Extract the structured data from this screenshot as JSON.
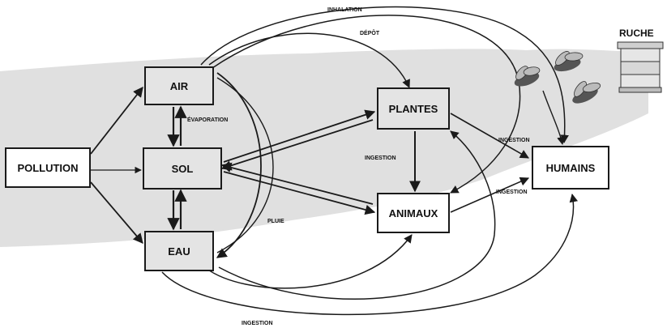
{
  "nodes": {
    "pollution": "POLLUTION",
    "air": "AIR",
    "sol": "SOL",
    "eau": "EAU",
    "plantes": "PLANTES",
    "animaux": "ANIMAUX",
    "humains": "HUMAINS"
  },
  "labels": {
    "inhalation": "INHALATION",
    "depot": "DÉPÔT",
    "evaporation": "ÉVAPORATION",
    "pluie": "PLUIE",
    "ingestion_plantes_animaux": "INGESTION",
    "ingestion_plantes_humains": "INGESTION",
    "ingestion_animaux_humains": "INGESTION",
    "ingestion_bottom": "INGESTION",
    "ruche": "RUCHE"
  },
  "colors": {
    "background_band": "#e0e0e0",
    "stroke": "#1a1a1a",
    "box_grey": "#e4e4e4",
    "box_white": "#ffffff"
  },
  "icons": [
    "beehive-icon",
    "bee-icon"
  ]
}
